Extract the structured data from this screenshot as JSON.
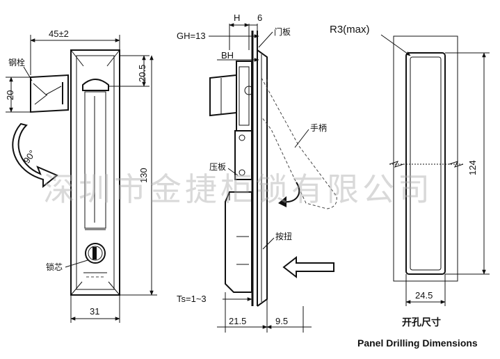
{
  "front_view": {
    "dim_width_top": "45±2",
    "dim_bolt_height": "20",
    "dim_top_offset": "20.5",
    "dim_height": "130",
    "dim_width_bottom": "31",
    "rotation_label": "90°",
    "label_bolt": "钢栓",
    "label_lock_core": "锁芯"
  },
  "side_view": {
    "dim_h": "H",
    "dim_6": "6",
    "dim_gh": "GH=13",
    "dim_bh": "BH",
    "dim_ts": "Ts=1~3",
    "dim_21_5": "21.5",
    "dim_9_5": "9.5",
    "label_door_panel": "门板",
    "label_handle": "手柄",
    "label_press_plate": "压板",
    "label_button": "按扭"
  },
  "cutout_view": {
    "dim_radius": "R3(max)",
    "dim_height": "124",
    "dim_width": "24.5",
    "title_cn": "开孔尺寸",
    "title_en": "Panel Drilling Dimensions"
  },
  "watermark": "深圳市金捷柜锁有限公司"
}
